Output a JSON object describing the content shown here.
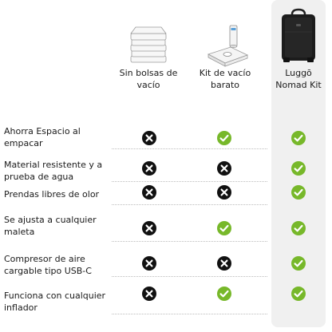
{
  "products": [
    {
      "name": "Sin bolsas de vacío",
      "icon": "folded-clothes-icon"
    },
    {
      "name": "Kit de vacío barato",
      "icon": "vacuum-bag-kit-icon"
    },
    {
      "name": "Luggō Nomad Kit",
      "icon": "duffel-bag-icon",
      "highlighted": true
    }
  ],
  "colors": {
    "check": "#77b82a",
    "cross": "#111111",
    "highlight": "#f0f0f0"
  },
  "rows": [
    {
      "label": "Ahorra Espacio al empacar",
      "values": [
        "cross",
        "check",
        "check"
      ]
    },
    {
      "label": "Material resistente y a prueba de agua",
      "values": [
        "cross",
        "cross",
        "check"
      ]
    },
    {
      "label": "Prendas libres de olor",
      "values": [
        "cross",
        "cross",
        "check"
      ]
    },
    {
      "label": "Se ajusta a cualquier maleta",
      "values": [
        "cross",
        "check",
        "check"
      ]
    },
    {
      "label": "Compresor de aire cargable tipo USB-C",
      "values": [
        "cross",
        "cross",
        "check"
      ]
    },
    {
      "label": "Funciona con cualquier inflador",
      "values": [
        "cross",
        "check",
        "check"
      ]
    }
  ]
}
